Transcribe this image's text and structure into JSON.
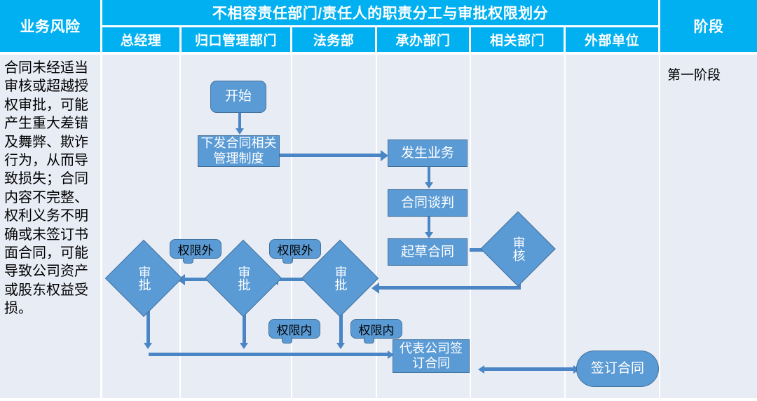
{
  "table": {
    "header": {
      "risk_col": "业务风险",
      "group_title": "不相容责任部门/责任人的职责分工与审批权限划分",
      "stage_col": "阶段",
      "departments": [
        "总经理",
        "归口管理部门",
        "法务部",
        "承办部门",
        "相关部门",
        "外部单位"
      ]
    },
    "body": {
      "risk_text": "合同未经适当审核或超越授权审批，可能产生重大差错及舞弊、欺诈行为，从而导致损失；合同内容不完整、权利义务不明确或未签订书面合同，可能导致公司资产或股东权益受损。",
      "stage_text": "第一阶段"
    }
  },
  "flow": {
    "nodes": {
      "start": "开始",
      "issue_rules": "下发合同相关管理制度",
      "business_occurs": "发生业务",
      "contract_negotiation": "合同谈判",
      "draft_contract": "起草合同",
      "review": "审核",
      "approve_1": "审批",
      "approve_2": "审批",
      "approve_3": "审批",
      "sign_on_behalf": "代表公司签订合同",
      "sign_contract": "签订合同"
    },
    "labels": {
      "out_of_authority_1": "权限外",
      "out_of_authority_2": "权限外",
      "within_authority_1": "权限内",
      "within_authority_2": "权限内"
    }
  },
  "colors": {
    "header_blue": "#00b0f0",
    "cell_bg": "#e8ecf5",
    "node_fill": "#5b9bd5",
    "node_border": "#41719c",
    "connector": "#4a86c5"
  }
}
